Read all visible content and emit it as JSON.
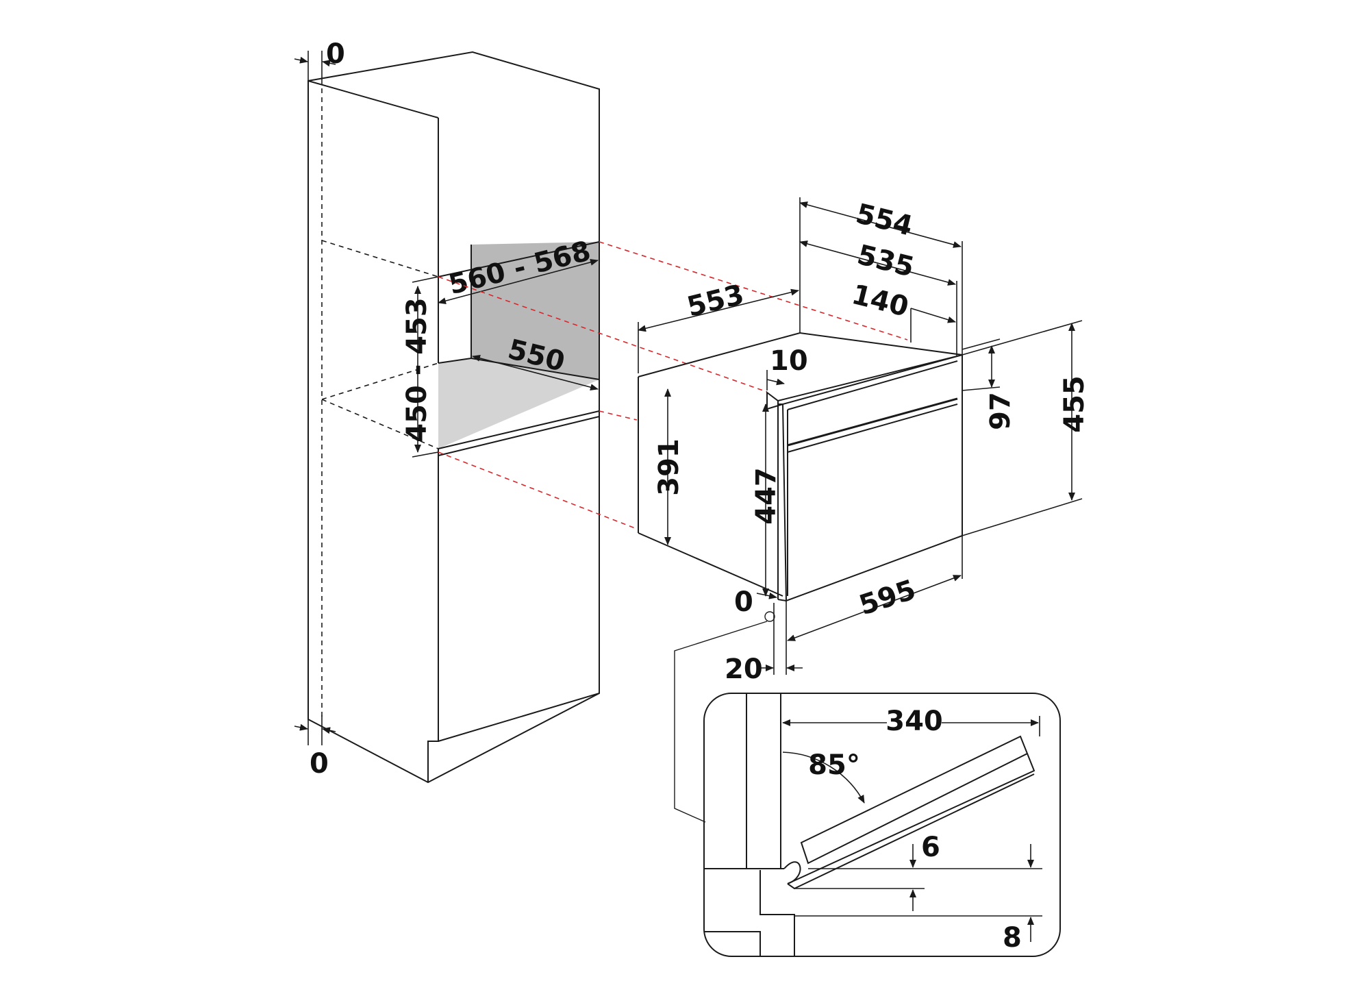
{
  "cabinet": {
    "top_gap": "0",
    "bottom_gap": "0",
    "niche_height": "450 - 453",
    "niche_width": "560 - 568",
    "niche_depth": "550"
  },
  "appliance": {
    "overall_depth": "554",
    "body_depth": "535",
    "rear_depth": "140",
    "side_depth": "553",
    "front_offset": "10",
    "panel_height": "97",
    "overall_height": "455",
    "body_height": "391",
    "front_height": "447",
    "width": "595",
    "bottom_gap": "0",
    "front_thickness": "20"
  },
  "door_detail": {
    "opening_depth": "340",
    "opening_angle": "85°",
    "gap_top": "6",
    "gap_bottom": "8"
  },
  "colors": {
    "line": "#1a1a1a",
    "projection": "#d8262b",
    "niche_back": "#b8b8b8",
    "niche_floor": "#d4d4d4"
  }
}
